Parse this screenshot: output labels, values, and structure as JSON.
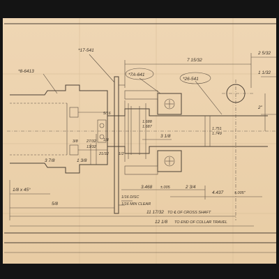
{
  "title": "",
  "part_tags": {
    "tag_6413": "*8-6413",
    "tag_17541": "*17-541",
    "tag_7a641": "*7A-641",
    "tag_26541": "*26-541"
  },
  "dimensions": {
    "top_width": "7 15/32",
    "top_right": "2 5/32",
    "right_small": "1 1/32",
    "right_vertical": "2\"",
    "bore_a": "1.688",
    "bore_a2": "1.687",
    "bore_b": "1.751",
    "bore_b2": "1.749",
    "flange_left": "3 7/8",
    "center_len": "3 1/8",
    "left_dim": "1 3/8",
    "chamfer": "1/8 x 45°",
    "dim_3468": "3.468",
    "tol_1": "±.005",
    "dim_2_3_4": "2 3/4",
    "dim_4437": "4.437",
    "tol_2": "±.005\"",
    "disc": "1/16 DISC",
    "min_clear": "1/16 MIN CLEAR",
    "dim_5_8": "5/8",
    "shaft_dim": "11 17/32",
    "shaft_text": "TO ℄ OF CROSS SHAFT",
    "collar_dim": "12 1/8",
    "collar_text": "TO END OF COLLAR TRAVEL",
    "small_1": "27/32",
    "small_2": "13/32",
    "small_3": "21/32",
    "small_4": "1/2",
    "small_5": "5/16",
    "small_6": "1/8",
    "small_7": "3/8"
  },
  "colors": {
    "paper": "#eed5b1",
    "ink": "#3a3128",
    "background": "#141414"
  }
}
